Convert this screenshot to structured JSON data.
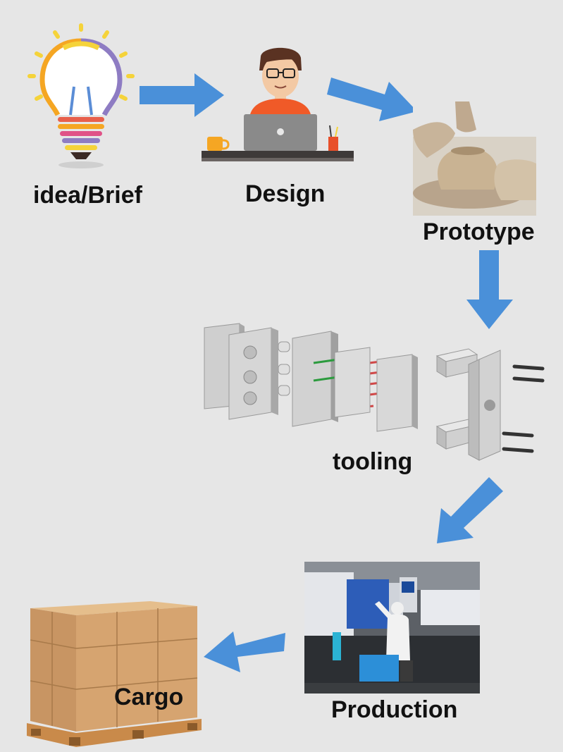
{
  "steps": {
    "idea": {
      "label": "idea/Brief",
      "icon": "lightbulb-icon"
    },
    "design": {
      "label": "Design",
      "icon": "designer-at-laptop-icon"
    },
    "prototype": {
      "label": "Prototype",
      "icon": "pottery-wheel-photo"
    },
    "tooling": {
      "label": "tooling",
      "icon": "exploded-mold-icon"
    },
    "production": {
      "label": "Production",
      "icon": "injection-molding-machine-photo"
    },
    "cargo": {
      "label": "Cargo",
      "icon": "boxes-on-pallet-icon"
    }
  },
  "colors": {
    "background": "#e6e6e6",
    "arrow": "#4a90d9",
    "text": "#111111"
  }
}
